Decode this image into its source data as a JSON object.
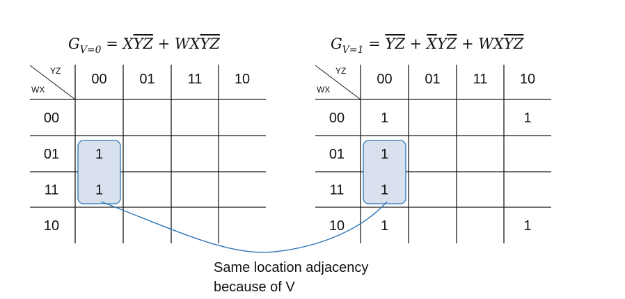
{
  "maps": [
    {
      "id": "v0",
      "equation": {
        "lhs": "G",
        "subscript": "V=0",
        "rhs": [
          {
            "t": " = "
          },
          {
            "t": "X"
          },
          {
            "t": "Y",
            "bar": true
          },
          {
            "t": "Z",
            "bar": true
          },
          {
            "t": " + "
          },
          {
            "t": "W"
          },
          {
            "t": "X"
          },
          {
            "t": "Y",
            "bar": true
          },
          {
            "t": "Z",
            "bar": true
          }
        ]
      },
      "corner": {
        "top": "YZ",
        "bottom": "WX"
      },
      "columns": [
        "00",
        "01",
        "11",
        "10"
      ],
      "rows": [
        {
          "label": "00",
          "cells": [
            "",
            "",
            "",
            ""
          ]
        },
        {
          "label": "01",
          "cells": [
            "1",
            "",
            "",
            ""
          ]
        },
        {
          "label": "11",
          "cells": [
            "1",
            "",
            "",
            ""
          ]
        },
        {
          "label": "10",
          "cells": [
            "",
            "",
            "",
            ""
          ]
        }
      ]
    },
    {
      "id": "v1",
      "equation": {
        "lhs": "G",
        "subscript": "V=1",
        "rhs": [
          {
            "t": " = "
          },
          {
            "t": "Y",
            "bar": true
          },
          {
            "t": "Z",
            "bar": true
          },
          {
            "t": " + "
          },
          {
            "t": "X",
            "bar": true
          },
          {
            "t": "Y"
          },
          {
            "t": "Z",
            "bar": true
          },
          {
            "t": " + "
          },
          {
            "t": "W"
          },
          {
            "t": "X"
          },
          {
            "t": "Y",
            "bar": true
          },
          {
            "t": "Z",
            "bar": true
          }
        ]
      },
      "corner": {
        "top": "YZ",
        "bottom": "WX"
      },
      "columns": [
        "00",
        "01",
        "11",
        "10"
      ],
      "rows": [
        {
          "label": "00",
          "cells": [
            "1",
            "",
            "",
            "1"
          ]
        },
        {
          "label": "01",
          "cells": [
            "1",
            "",
            "",
            ""
          ]
        },
        {
          "label": "11",
          "cells": [
            "1",
            "",
            "",
            ""
          ]
        },
        {
          "label": "10",
          "cells": [
            "1",
            "",
            "",
            "1"
          ]
        }
      ]
    }
  ],
  "annotation": {
    "line1": "Same location adjacency",
    "line2": "because of V"
  },
  "colors": {
    "grid": "#1a1a1a",
    "group_fill": "#d9e1ef",
    "group_stroke": "#2e75b6",
    "connector": "#2e75b6"
  }
}
